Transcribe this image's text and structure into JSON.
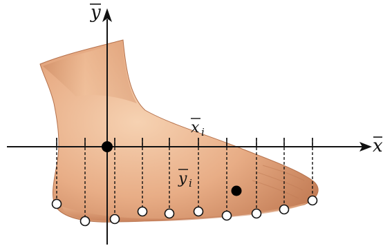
{
  "labels": {
    "y_axis_base": "y",
    "x_axis_base": "x",
    "xi_base": "x",
    "xi_sub": "i",
    "yi_base": "y",
    "yi_sub": "i"
  },
  "colors": {
    "axis": "#111111",
    "skin_light": "#f3c8a4",
    "skin_mid": "#e1a17a",
    "skin_dark": "#b8744f",
    "point_fill_open": "#ffffff",
    "point_fill_solid": "#000000"
  },
  "points": {
    "count_open": 10,
    "solid_points": 2
  }
}
